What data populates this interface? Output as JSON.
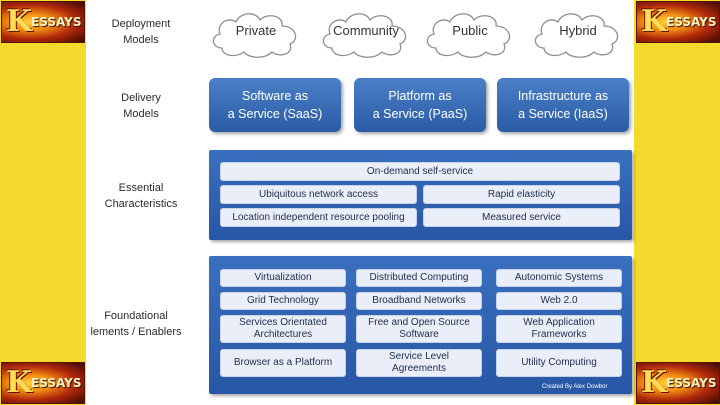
{
  "brand": {
    "logo_letter": "K",
    "logo_text": "ESSAYS"
  },
  "rows": {
    "deployment": "Deployment\nModels",
    "delivery": "Delivery\nModels",
    "essential": "Essential\nCharacteristics",
    "foundational": "Foundational\nlements / Enablers"
  },
  "deployment_models": [
    "Private",
    "Community",
    "Public",
    "Hybrid"
  ],
  "delivery_models": [
    "Software as\na Service (SaaS)",
    "Platform as\na Service (PaaS)",
    "Infrastructure as\na Service (IaaS)"
  ],
  "characteristics": {
    "full": "On-demand self-service",
    "left": [
      "Ubiquitous network access",
      "Location independent resource pooling"
    ],
    "right": [
      "Rapid elasticity",
      "Measured service"
    ]
  },
  "enablers": {
    "col1": [
      "Virtualization",
      "Grid Technology",
      "Services Orientated\nArchitectures",
      "Browser as a Platform"
    ],
    "col2": [
      "Distributed Computing",
      "Broadband Networks",
      "Free and Open Source\nSoftware",
      "Service Level\nAgreements"
    ],
    "col3": [
      "Autonomic Systems",
      "Web 2.0",
      "Web Application\nFrameworks",
      "Utility Computing"
    ]
  },
  "credit": "Created By Alex Dowbor"
}
